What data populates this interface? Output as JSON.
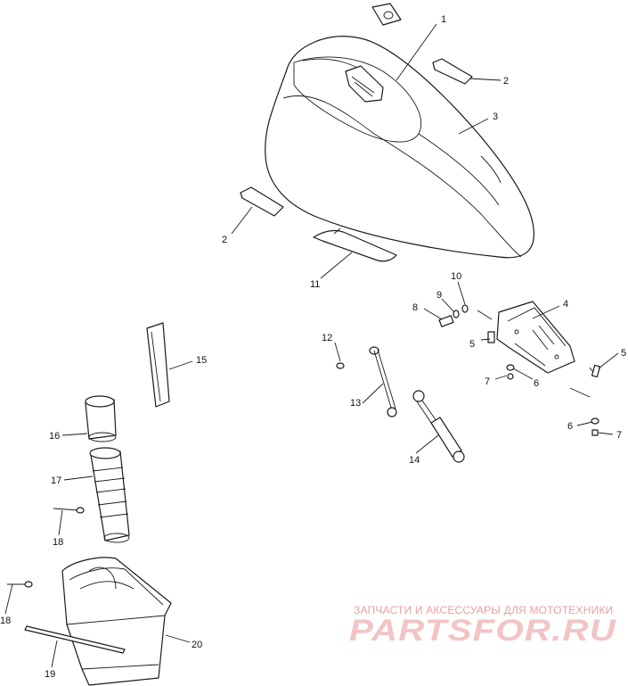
{
  "diagram": {
    "callouts": [
      {
        "id": "c1",
        "label": "1"
      },
      {
        "id": "c2a",
        "label": "2"
      },
      {
        "id": "c3",
        "label": "3"
      },
      {
        "id": "c2b",
        "label": "2"
      },
      {
        "id": "c11",
        "label": "11"
      },
      {
        "id": "c10",
        "label": "10"
      },
      {
        "id": "c9",
        "label": "9"
      },
      {
        "id": "c8",
        "label": "8"
      },
      {
        "id": "c4",
        "label": "4"
      },
      {
        "id": "c5a",
        "label": "5"
      },
      {
        "id": "c5b",
        "label": "5"
      },
      {
        "id": "c12",
        "label": "12"
      },
      {
        "id": "c7a",
        "label": "7"
      },
      {
        "id": "c6a",
        "label": "6"
      },
      {
        "id": "c15",
        "label": "15"
      },
      {
        "id": "c13",
        "label": "13"
      },
      {
        "id": "c6b",
        "label": "6"
      },
      {
        "id": "c7b",
        "label": "7"
      },
      {
        "id": "c16",
        "label": "16"
      },
      {
        "id": "c14",
        "label": "14"
      },
      {
        "id": "c17",
        "label": "17"
      },
      {
        "id": "c18a",
        "label": "18"
      },
      {
        "id": "c18b",
        "label": "18"
      },
      {
        "id": "c20",
        "label": "20"
      },
      {
        "id": "c19",
        "label": "19"
      }
    ]
  },
  "watermark": {
    "tagline": "ЗАПЧАСТИ И АКСЕССУАРЫ ДЛЯ МОТОТЕХНИКИ",
    "logo": "PARTSFOR.RU",
    "color": "#e8a0a4"
  }
}
